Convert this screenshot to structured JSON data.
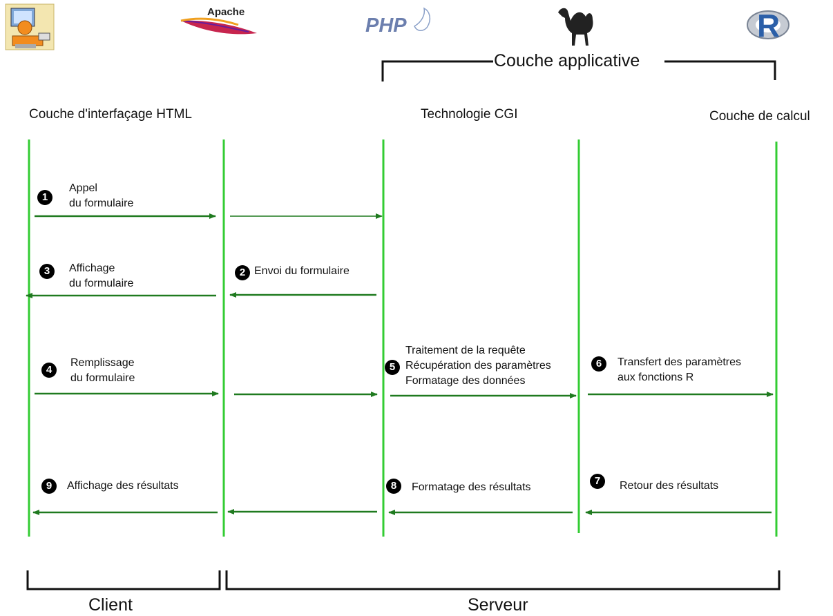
{
  "logos": {
    "apache": "Apache",
    "php": "PHP",
    "r": "R"
  },
  "icons": [
    "computer-user-icon",
    "apache-feather-icon",
    "php-logo-icon",
    "perl-camel-icon",
    "r-logo-icon"
  ],
  "colors": {
    "lifeline": "#33cc33",
    "arrow": "#1f7a1f",
    "bracket": "#111111",
    "badge": "#000000"
  },
  "top_bracket_label": "Couche applicative",
  "layers": {
    "html": "Couche d'interfaçage HTML",
    "cgi": "Technologie CGI",
    "calc": "Couche de calcul"
  },
  "steps": [
    {
      "num": "1",
      "lines": [
        "Appel",
        "du formulaire"
      ]
    },
    {
      "num": "2",
      "lines": [
        "Envoi du formulaire"
      ]
    },
    {
      "num": "3",
      "lines": [
        "Affichage",
        "du formulaire"
      ]
    },
    {
      "num": "4",
      "lines": [
        "Remplissage",
        "du formulaire"
      ]
    },
    {
      "num": "5",
      "lines": [
        "Traitement de la requête",
        "Récupération des paramètres",
        "Formatage des données"
      ]
    },
    {
      "num": "6",
      "lines": [
        "Transfert des paramètres",
        "aux fonctions R"
      ]
    },
    {
      "num": "7",
      "lines": [
        "Retour des résultats"
      ]
    },
    {
      "num": "8",
      "lines": [
        "Formatage des résultats"
      ]
    },
    {
      "num": "9",
      "lines": [
        "Affichage des résultats"
      ]
    }
  ],
  "bottom": {
    "client": "Client",
    "serveur": "Serveur"
  }
}
